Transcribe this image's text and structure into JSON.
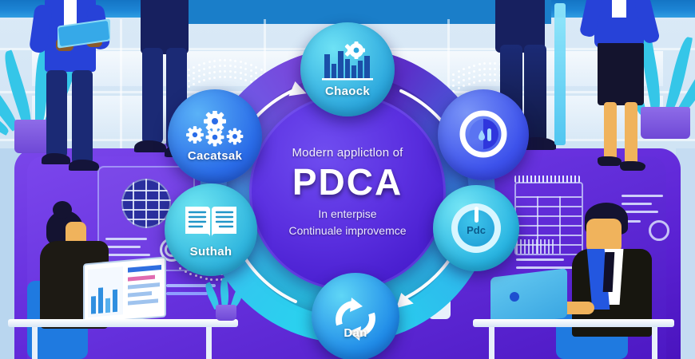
{
  "scene": {
    "title_hub": {
      "line1": "Modern applictlon of",
      "line2": "PDCA",
      "line3_a": "In enterpise",
      "line3_b": "Continuale improvemce"
    },
    "alt": "Flat vector illustration of an office with business people around a circular PDCA improvement cycle diagram"
  },
  "cycle": {
    "nodes": [
      {
        "id": "check",
        "label": "Chaock",
        "icon": "gear-barchart-icon",
        "color_a": "#49d3ef",
        "color_b": "#1e9ed8"
      },
      {
        "id": "act",
        "label": "Cacatsak",
        "icon": "gears-icon",
        "color_a": "#3b8ef0",
        "color_b": "#1f5fd8"
      },
      {
        "id": "study",
        "label": "Suthah",
        "icon": "open-book-icon",
        "color_a": "#4ad8e8",
        "color_b": "#2aa2d8"
      },
      {
        "id": "plan",
        "label": "Dan",
        "icon": "refresh-cycle-icon",
        "color_a": "#33b8f0",
        "color_b": "#1a6fe0"
      },
      {
        "id": "do",
        "label": "",
        "icon": "pie-circle-icon",
        "color_a": "#5c7df2",
        "color_b": "#3a45e0"
      },
      {
        "id": "pdc",
        "label": "Pdc",
        "icon": "power-badge-icon",
        "color_a": "#4fd6ee",
        "color_b": "#1fa6dd"
      }
    ],
    "arrows": [
      "arrow-top-left",
      "arrow-top-right",
      "arrow-bottom-left",
      "arrow-bottom-right"
    ],
    "direction": "clockwise"
  },
  "colors": {
    "brand_purple": "#5a21d2",
    "brand_blue": "#2742d8",
    "accent_cyan": "#26d7ef",
    "wall_light": "#dbeaf7",
    "suit_navy": "#17205f",
    "skin_tan": "#f0b35c",
    "white": "#ffffff"
  },
  "people": [
    {
      "id": "man-with-folder",
      "position": "top-left",
      "attire": "blue-suit"
    },
    {
      "id": "person-standing",
      "position": "top-left-2",
      "attire": "navy-suit"
    },
    {
      "id": "man-standing",
      "position": "top-right",
      "attire": "navy-suit"
    },
    {
      "id": "woman-standing",
      "position": "top-right-2",
      "attire": "blue-blazer-black-skirt"
    },
    {
      "id": "woman-at-desktop",
      "position": "bottom-left",
      "attire": "dark-top"
    },
    {
      "id": "man-at-laptop",
      "position": "bottom-right",
      "attire": "dark-suit"
    }
  ],
  "props": [
    {
      "id": "plant-left",
      "type": "potted-plant"
    },
    {
      "id": "plant-right",
      "type": "potted-plant"
    },
    {
      "id": "desk-left",
      "type": "desk"
    },
    {
      "id": "desk-right",
      "type": "desk"
    },
    {
      "id": "monitor",
      "type": "desktop-monitor-with-charts"
    },
    {
      "id": "laptop",
      "type": "laptop"
    },
    {
      "id": "wall-card-globe",
      "type": "info-card-globe-icon"
    },
    {
      "id": "wall-spreadsheet",
      "type": "spreadsheet-graphic"
    },
    {
      "id": "glass-board",
      "type": "glass-panel"
    }
  ]
}
